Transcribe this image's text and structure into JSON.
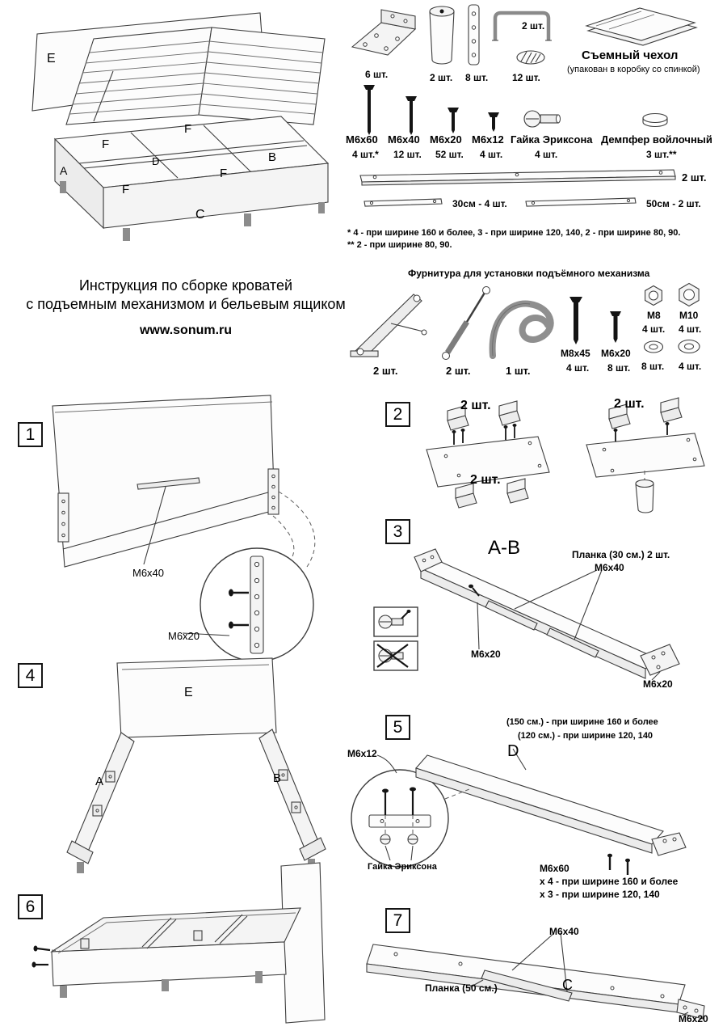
{
  "overview": {
    "e": "E",
    "f1": "F",
    "f2": "F",
    "f3": "F",
    "f4": "F",
    "a": "A",
    "b": "B",
    "d": "D",
    "c": "C"
  },
  "parts": {
    "bracket_qty": "6 шт.",
    "leg_qty": "2 шт.",
    "plate_qty": "8 шт.",
    "handle_qty": "2 шт.",
    "dowel_qty": "12 шт.",
    "cover_title": "Съемный чехол",
    "cover_note": "(упакован в коробку со спинкой)",
    "screws": [
      {
        "label": "М6х60",
        "qty": "4 шт.*"
      },
      {
        "label": "М6х40",
        "qty": "12 шт."
      },
      {
        "label": "М6х20",
        "qty": "52 шт."
      },
      {
        "label": "М6х12",
        "qty": "4 шт."
      }
    ],
    "erikson_label": "Гайка Эриксона",
    "erikson_qty": "4 шт.",
    "damper_label": "Демпфер войлочный",
    "damper_qty": "3 шт.**",
    "rail_long_qty": "2 шт.",
    "rail_30": "30см - 4 шт.",
    "rail_50": "50см - 2 шт.",
    "note1": "* 4 - при ширине 160 и более, 3 - при ширине 120, 140, 2 - при ширине 80, 90.",
    "note2": "** 2 - при ширине 80, 90."
  },
  "title": {
    "line1": "Инструкция по сборке кроватей",
    "line2": "с подъемным механизмом и бельевым ящиком",
    "site": "www.sonum.ru"
  },
  "lift": {
    "title": "Фурнитура для установки подъёмного механизма",
    "mech_qty": "2 шт.",
    "strut_qty": "2 шт.",
    "strap_qty": "1 шт.",
    "m8x45_label": "М8х45",
    "m8x45_qty": "4 шт.",
    "m6x20_label": "М6х20",
    "m6x20_qty": "8 шт.",
    "m8_label": "М8",
    "m8_qty": "4 шт.",
    "m10_label": "М10",
    "m10_qty": "4 шт.",
    "washer8_qty": "8 шт.",
    "washer4_qty": "4 шт."
  },
  "steps": {
    "s1": {
      "num": "1",
      "m6x40": "М6х40",
      "m6x20": "М6х20"
    },
    "s2": {
      "num": "2",
      "qty1": "2 шт.",
      "qty2": "2 шт.",
      "qty3": "2 шт."
    },
    "s3": {
      "num": "3",
      "title": "А-В",
      "plank": "Планка (30 см.)  2 шт.",
      "m6x40": "М6х40",
      "m6x20a": "М6х20",
      "m6x20b": "М6х20"
    },
    "s4": {
      "num": "4",
      "e": "E",
      "a": "A",
      "b": "B"
    },
    "s5": {
      "num": "5",
      "note1": "(150 см.) - при ширине 160 и более",
      "note2": "(120 см.) - при ширине 120, 140",
      "m6x12": "М6х12",
      "d": "D",
      "erikson": "Гайка Эриксона",
      "m6x60_1": "М6х60",
      "m6x60_2": "х 4 - при ширине 160 и более",
      "m6x60_3": "х 3 - при ширине 120, 140"
    },
    "s6": {
      "num": "6"
    },
    "s7": {
      "num": "7",
      "m6x40": "М6х40",
      "plank": "Планка (50 см.)",
      "c": "C",
      "m6x20": "М6х20"
    }
  }
}
